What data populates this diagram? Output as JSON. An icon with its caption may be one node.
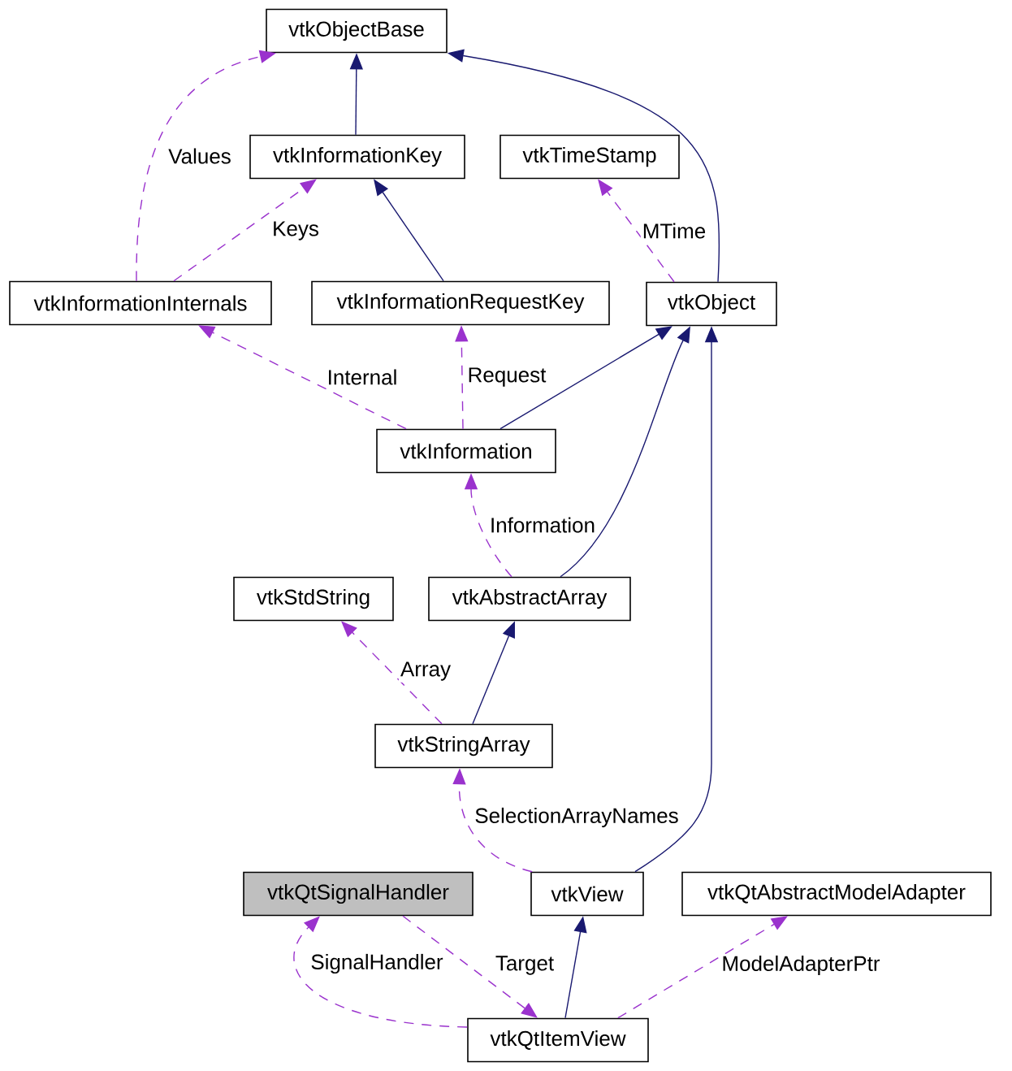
{
  "diagram": {
    "nodes": [
      {
        "text": [
          "vtkObjectBase"
        ]
      },
      {
        "text": [
          "vtkInformationKey"
        ]
      },
      {
        "text": [
          "vtkTimeStamp"
        ]
      },
      {
        "text": [
          "vtkInformationInternals"
        ]
      },
      {
        "text": [
          "vtkInformationRequestKey"
        ]
      },
      {
        "text": [
          "vtkObject"
        ]
      },
      {
        "text": [
          "vtkInformation"
        ]
      },
      {
        "text": [
          "vtkStdString"
        ]
      },
      {
        "text": [
          "vtkAbstractArray"
        ]
      },
      {
        "text": [
          "vtkStringArray"
        ]
      },
      {
        "text": [
          "vtkQtSignalHandler"
        ]
      },
      {
        "text": [
          "vtkView"
        ]
      },
      {
        "text": [
          "vtkQtAbstractModelAdapter"
        ]
      },
      {
        "text": [
          "vtkQtItemView"
        ]
      }
    ],
    "edges": [
      {
        "from": 1,
        "to": 0,
        "arrow": "to",
        "color": "#191970"
      },
      {
        "from": 5,
        "to": 0,
        "arrow": "to",
        "color": "#191970"
      },
      {
        "from": 3,
        "to": 0,
        "arrow": "to",
        "label": "Values",
        "style": "dashed"
      },
      {
        "from": 3,
        "to": 1,
        "arrow": "to",
        "label": "Keys",
        "style": "dashed"
      },
      {
        "from": 4,
        "to": 1,
        "arrow": "to",
        "color": "#191970"
      },
      {
        "from": 5,
        "to": 2,
        "arrow": "to",
        "label": "MTime",
        "style": "dashed"
      },
      {
        "from": 6,
        "to": 3,
        "arrow": "to",
        "label": "Internal",
        "style": "dashed"
      },
      {
        "from": 6,
        "to": 4,
        "arrow": "to",
        "label": "Request",
        "style": "dashed"
      },
      {
        "from": 6,
        "to": 5,
        "arrow": "to",
        "color": "#191970"
      },
      {
        "from": 8,
        "to": 5,
        "arrow": "to",
        "color": "#191970"
      },
      {
        "from": 8,
        "to": 6,
        "arrow": "to",
        "label": "Information",
        "style": "dashed"
      },
      {
        "from": 9,
        "to": 7,
        "arrow": "to",
        "label": "Array",
        "style": "dashed"
      },
      {
        "from": 9,
        "to": 8,
        "arrow": "to",
        "color": "#191970"
      },
      {
        "from": 11,
        "to": 5,
        "arrow": "to",
        "color": "#191970"
      },
      {
        "from": 11,
        "to": 9,
        "arrow": "to",
        "label": "SelectionArrayNames",
        "style": "dashed"
      },
      {
        "from": 13,
        "to": 10,
        "arrow": "to",
        "label": "SignalHandler",
        "style": "dashed"
      },
      {
        "from": 10,
        "to": 13,
        "arrow": "to",
        "label": "Target",
        "style": "dashed"
      },
      {
        "from": 13,
        "to": 11,
        "arrow": "to",
        "color": "#191970"
      },
      {
        "from": 13,
        "to": 12,
        "arrow": "to",
        "label": "ModelAdapterPtr",
        "style": "dashed"
      }
    ]
  }
}
